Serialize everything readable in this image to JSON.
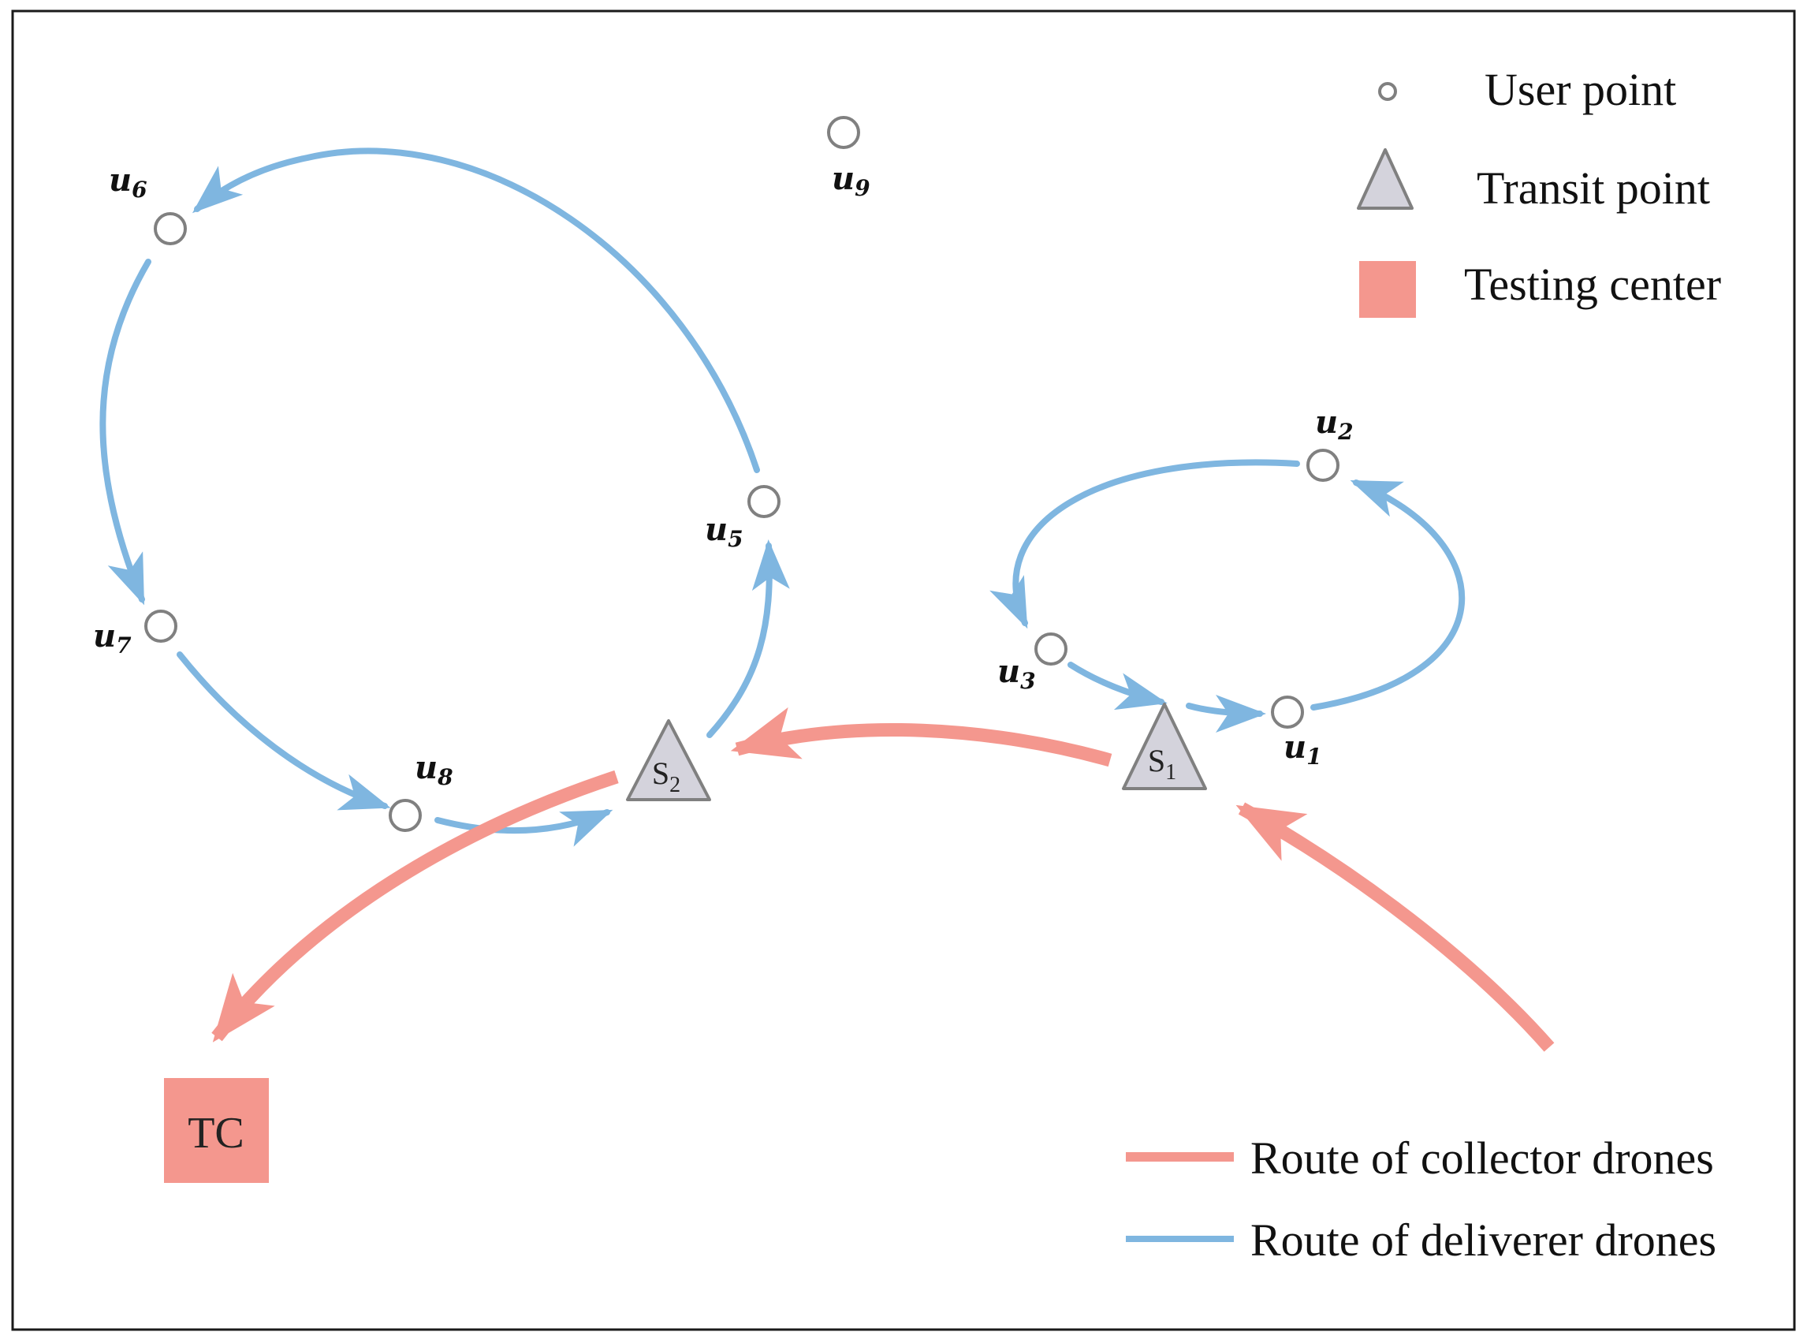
{
  "colors": {
    "frame": "#1a1a1a",
    "collector_route": "#f4978e",
    "deliverer_route": "#7fb6e0",
    "user_point_stroke": "#808080",
    "transit_fill": "#d4d3dc",
    "transit_stroke": "#808080",
    "testing_center": "#f4978e",
    "text": "#111111"
  },
  "legend": {
    "user_point": "User point",
    "transit_point": "Transit point",
    "testing_center": "Testing center",
    "collector_route": "Route of collector drones",
    "deliverer_route": "Route of deliverer drones"
  },
  "nodes": {
    "testing_center": {
      "label": "TC"
    },
    "transit_points": [
      {
        "id": "s1",
        "base": "S",
        "sub": "1"
      },
      {
        "id": "s2",
        "base": "S",
        "sub": "2"
      }
    ],
    "user_points": [
      {
        "id": "u1",
        "base": "u",
        "sub": "1"
      },
      {
        "id": "u2",
        "base": "u",
        "sub": "2"
      },
      {
        "id": "u3",
        "base": "u",
        "sub": "3"
      },
      {
        "id": "u5",
        "base": "u",
        "sub": "5"
      },
      {
        "id": "u6",
        "base": "u",
        "sub": "6"
      },
      {
        "id": "u7",
        "base": "u",
        "sub": "7"
      },
      {
        "id": "u8",
        "base": "u",
        "sub": "8"
      },
      {
        "id": "u9",
        "base": "u",
        "sub": "9"
      }
    ]
  },
  "routes": {
    "deliverer": [
      [
        "s1",
        "u1",
        "u2",
        "u3",
        "s1"
      ],
      [
        "s2",
        "u5",
        "u6",
        "u7",
        "u8",
        "s2"
      ]
    ],
    "collector": [
      "s1",
      "s2",
      "testing_center"
    ]
  }
}
